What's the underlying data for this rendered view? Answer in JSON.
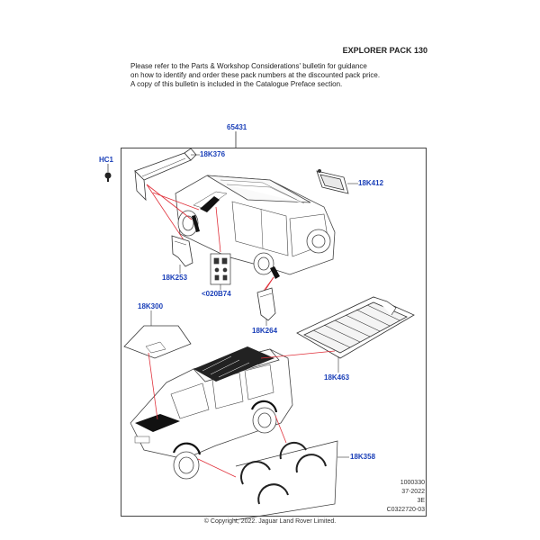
{
  "header": {
    "title": "EXPLORER PACK 130"
  },
  "note": {
    "line1": "Please refer to the Parts & Workshop Considerations' bulletin for guidance",
    "line2": "on how to identify and order these pack numbers at the discounted pack price.",
    "line3": "A copy of this bulletin is included in the Catalogue Preface section."
  },
  "callouts": {
    "pack": "65431",
    "hc1": "HC1",
    "k376": "18K376",
    "k412": "18K412",
    "k253": "18K253",
    "b74": "<020B74",
    "k264": "18K264",
    "k300": "18K300",
    "k463": "18K463",
    "k358": "18K358"
  },
  "reference": {
    "line1": "1000330",
    "line2": "37-2022",
    "line3": "3E",
    "line4": "C0322720-03"
  },
  "footer": {
    "copyright": "© Copyright, 2022. Jaguar Land Rover Limited."
  },
  "colors": {
    "callout": "#1a3fb8",
    "leader_red": "#e0303a",
    "line": "#333333"
  }
}
